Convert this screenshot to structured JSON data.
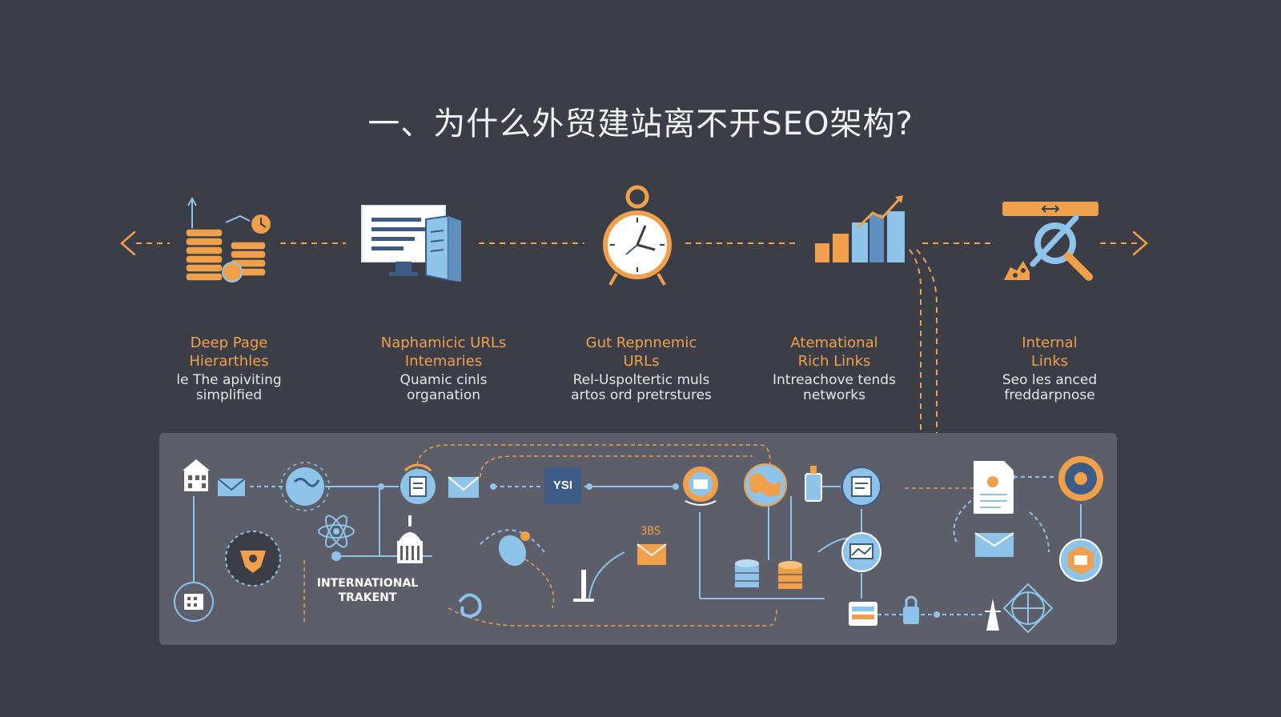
{
  "title": "一、为什么外贸建站离不开SEO架构?",
  "colors": {
    "background": "#3b3e47",
    "accent_orange": "#f0a04a",
    "accent_blue": "#8fc4ea",
    "panel": "#5c5f69"
  },
  "steps": [
    {
      "title_line1": "Deep Page",
      "title_line2": "Hierarthles",
      "desc_line1": "le The apiviting",
      "desc_line2": "simplified",
      "icon": "coin-stack-icon"
    },
    {
      "title_line1": "Naphamicic URLs",
      "title_line2": "Intemaries",
      "desc_line1": "Quamic cinls",
      "desc_line2": "organation",
      "icon": "monitor-document-icon"
    },
    {
      "title_line1": "Gut Repnnemic",
      "title_line2": "URLs",
      "desc_line1": "Rel-Uspoltertic muls",
      "desc_line2": "artos ord pretrstures",
      "icon": "alarm-clock-icon"
    },
    {
      "title_line1": "Atemational",
      "title_line2": "Rich Links",
      "desc_line1": "Intreachove tends",
      "desc_line2": "networks",
      "icon": "bar-chart-growth-icon"
    },
    {
      "title_line1": "Internal",
      "title_line2": "Links",
      "desc_line1": "Seo les anced",
      "desc_line2": "freddarpnose",
      "icon": "tools-icon"
    }
  ],
  "panel": {
    "label_line1": "INTERNATIONAL",
    "label_line2": "TRAKENT",
    "box_label": "YSI",
    "mini_label": "3BS"
  }
}
